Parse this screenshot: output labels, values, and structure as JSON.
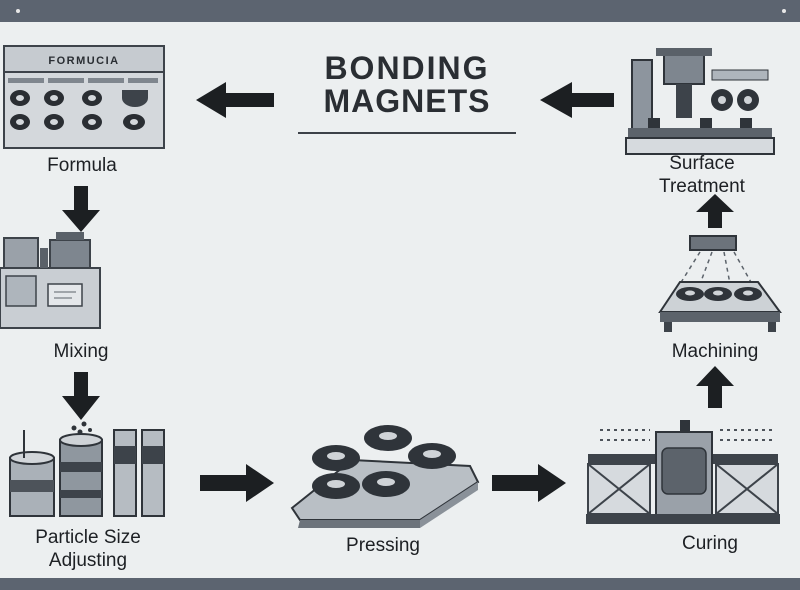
{
  "title": {
    "line1": "BONDING",
    "line2": "MAGNETS"
  },
  "steps": {
    "formula": "Formula",
    "formula_panel_text": "FORMUCIA",
    "mixing": "Mixing",
    "particle_line1": "Particle Size",
    "particle_line2": "Adjusting",
    "pressing": "Pressing",
    "curing": "Curing",
    "machining": "Machining",
    "surface_line1": "Surface",
    "surface_line2": "Treatment"
  },
  "colors": {
    "ink": "#1f2226",
    "steel": "#8d959e",
    "dark_steel": "#3d434a",
    "panel": "#d9dde0"
  }
}
